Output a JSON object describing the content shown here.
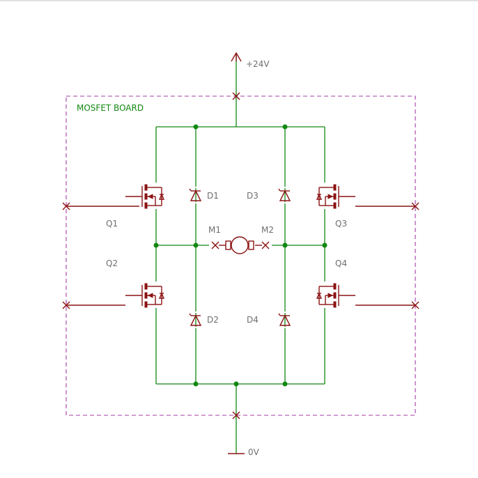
{
  "board": {
    "label": "MOSFET BOARD"
  },
  "power": {
    "positive": "+24V",
    "ground": "0V"
  },
  "transistors": {
    "q1": "Q1",
    "q2": "Q2",
    "q3": "Q3",
    "q4": "Q4"
  },
  "diodes": {
    "d1": "D1",
    "d2": "D2",
    "d3": "D3",
    "d4": "D4"
  },
  "motor": {
    "m1": "M1",
    "m2": "M2"
  },
  "colors": {
    "wire": "#118811",
    "component": "#8b1212",
    "boundary": "#a23ca2",
    "label": "#6e6e6e"
  }
}
